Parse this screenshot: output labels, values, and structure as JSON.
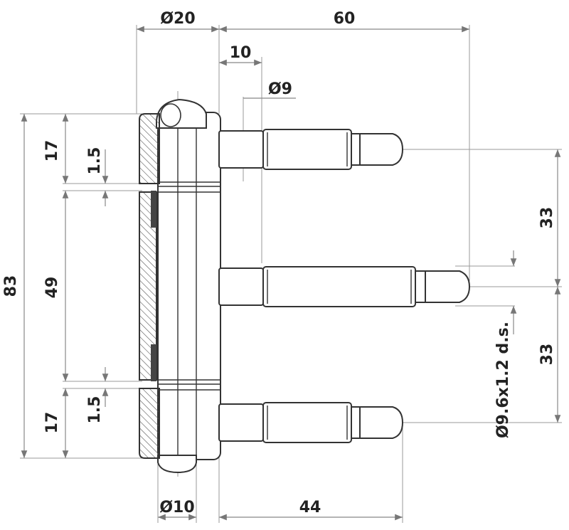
{
  "dimensions": {
    "d20": "Ø20",
    "d60": "60",
    "d10_top": "10",
    "d9": "Ø9",
    "d17_top": "17",
    "d1_5_top": "1.5",
    "d83": "83",
    "d49": "49",
    "d17_bottom": "17",
    "d1_5_bottom": "1.5",
    "d33_top": "33",
    "d33_bottom": "33",
    "pin_spec": "Ø9.6x1.2 d.s.",
    "d10_bottom": "Ø10",
    "d44": "44"
  }
}
